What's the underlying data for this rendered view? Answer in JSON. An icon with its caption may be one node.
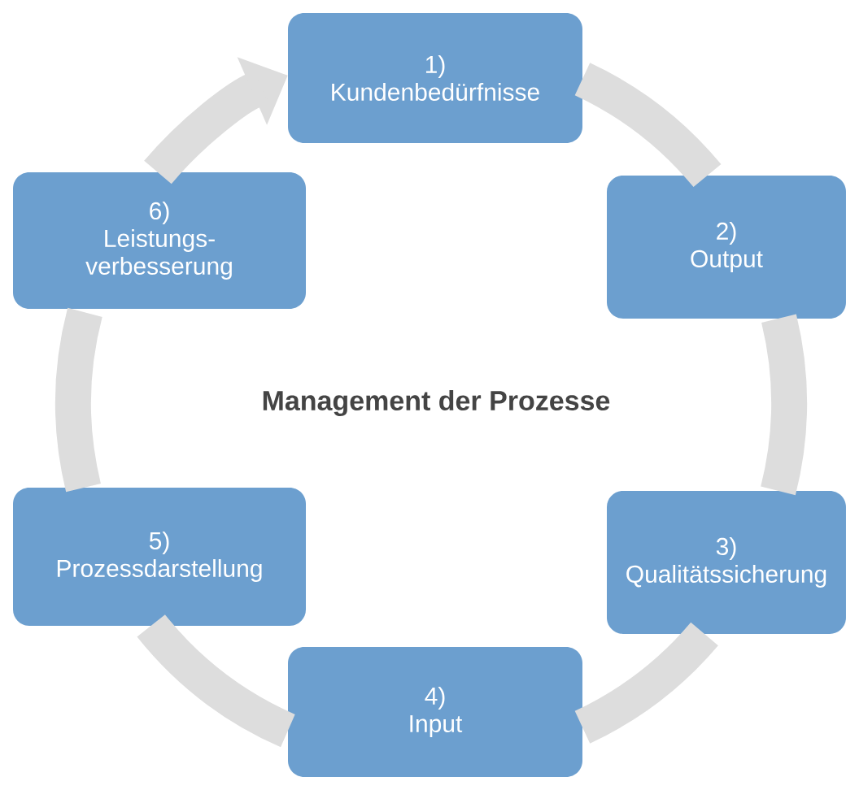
{
  "diagram": {
    "nodes": [
      {
        "text": [
          "1)",
          "Kundenbedürfnisse"
        ]
      },
      {
        "text": [
          "2)",
          "Output"
        ]
      },
      {
        "text": [
          "3)",
          "Qualitätssicherung"
        ]
      },
      {
        "text": [
          "4)",
          "Input"
        ]
      },
      {
        "text": [
          "5)",
          "Prozessdarstellung"
        ]
      },
      {
        "text": [
          "6)",
          "Leistungs- verbesserung"
        ]
      }
    ],
    "edges": [
      {
        "from": 0,
        "to": 1,
        "arrow": "none"
      },
      {
        "from": 1,
        "to": 2,
        "arrow": "none"
      },
      {
        "from": 2,
        "to": 3,
        "arrow": "none"
      },
      {
        "from": 3,
        "to": 4,
        "arrow": "none"
      },
      {
        "from": 4,
        "to": 5,
        "arrow": "none"
      },
      {
        "from": 5,
        "to": 0,
        "arrow": "to"
      }
    ],
    "labels": [
      "**Management der Prozesse**"
    ]
  }
}
